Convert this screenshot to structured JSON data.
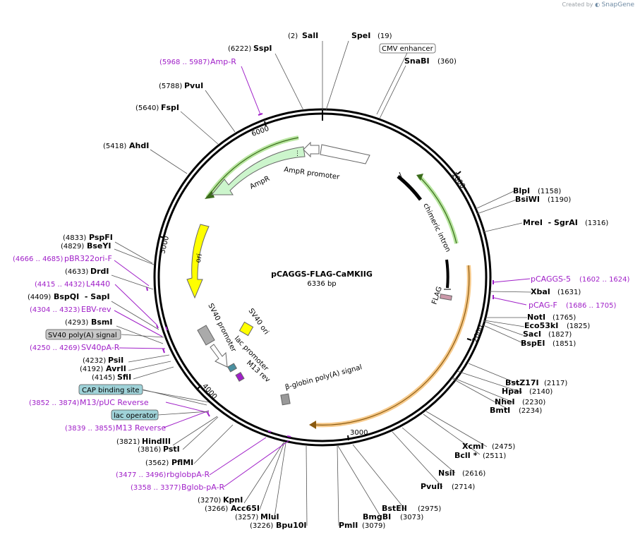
{
  "credit": {
    "prefix": "Created by",
    "brand": "SnapGene"
  },
  "plasmid": {
    "name": "pCAGGS-FLAG-CaMKIIG",
    "length_text": "6336 bp",
    "length": 6336
  },
  "ticks": [
    "1000",
    "2000",
    "3000",
    "4000",
    "5000",
    "6000"
  ],
  "features": [
    {
      "label": "AmpR promoter",
      "color": "#ffffff",
      "stroke": "#666666"
    },
    {
      "label": "AmpR",
      "color": "#ccf5cc",
      "stroke": "#666666"
    },
    {
      "label": "ori",
      "color": "#ffff00",
      "stroke": "#666666"
    },
    {
      "label": "SV40 ori",
      "color": "#ffff00",
      "stroke": "#666666"
    },
    {
      "label": "SV40 promoter",
      "color": "#ffffff",
      "stroke": "#666666"
    },
    {
      "label": "lac promoter",
      "color": "#ffffff",
      "stroke": "#666666"
    },
    {
      "label": "M13 rev",
      "color": "#a020c8",
      "stroke": "#666666"
    },
    {
      "label": "β-globin poly(A) signal",
      "color": "#999999",
      "stroke": "#666666"
    },
    {
      "label": "chimeric intron",
      "color": "#000000",
      "stroke": "#000000"
    },
    {
      "label": "FLAG",
      "color": "#cc99aa",
      "stroke": "#666666"
    }
  ],
  "boxed_labels": [
    {
      "text": "CMV enhancer",
      "fill": "#ffffff"
    },
    {
      "text": "SV40 poly(A) signal",
      "fill": "#c8c8c8"
    },
    {
      "text": "CAP binding site",
      "fill": "#9fd2d8"
    },
    {
      "text": "lac operator",
      "fill": "#9fd2d8"
    }
  ],
  "enzymes": [
    {
      "name": "SalI",
      "pos": "(2)"
    },
    {
      "name": "SpeI",
      "pos": "(19)"
    },
    {
      "name": "SnaBI",
      "pos": "(360)"
    },
    {
      "name": "SspI",
      "pos": "(6222)"
    },
    {
      "name": "PvuI",
      "pos": "(5788)"
    },
    {
      "name": "FspI",
      "pos": "(5640)"
    },
    {
      "name": "AhdI",
      "pos": "(5418)"
    },
    {
      "name": "PspFI",
      "pos": "(4833)"
    },
    {
      "name": "BseYI",
      "pos": "(4829)"
    },
    {
      "name": "DrdI",
      "pos": "(4633)"
    },
    {
      "name": "BspQI  - SapI",
      "pos": "(4409)"
    },
    {
      "name": "BsmI",
      "pos": "(4293)"
    },
    {
      "name": "PsiI",
      "pos": "(4232)"
    },
    {
      "name": "AvrII",
      "pos": "(4192)"
    },
    {
      "name": "SfiI",
      "pos": "(4145)"
    },
    {
      "name": "HindIII",
      "pos": "(3821)"
    },
    {
      "name": "PstI",
      "pos": "(3816)"
    },
    {
      "name": "PflMI",
      "pos": "(3562)"
    },
    {
      "name": "KpnI",
      "pos": "(3270)"
    },
    {
      "name": "Acc65I",
      "pos": "(3266)"
    },
    {
      "name": "MluI",
      "pos": "(3257)"
    },
    {
      "name": "Bpu10I",
      "pos": "(3226)"
    },
    {
      "name": "PmlI",
      "pos": "(3079)"
    },
    {
      "name": "BmgBI",
      "pos": "(3073)"
    },
    {
      "name": "BstEII",
      "pos": "(2975)"
    },
    {
      "name": "PvuII",
      "pos": "(2714)"
    },
    {
      "name": "NsiI",
      "pos": "(2616)"
    },
    {
      "name": "BclI *",
      "pos": "(2511)"
    },
    {
      "name": "XcmI",
      "pos": "(2475)"
    },
    {
      "name": "BmtI",
      "pos": "(2234)"
    },
    {
      "name": "NheI",
      "pos": "(2230)"
    },
    {
      "name": "HpaI",
      "pos": "(2140)"
    },
    {
      "name": "BstZ17I",
      "pos": "(2117)"
    },
    {
      "name": "BspEI",
      "pos": "(1851)"
    },
    {
      "name": "SacI",
      "pos": "(1827)"
    },
    {
      "name": "Eco53kI",
      "pos": "(1825)"
    },
    {
      "name": "NotI",
      "pos": "(1765)"
    },
    {
      "name": "XbaI",
      "pos": "(1631)"
    },
    {
      "name": "MreI  - SgrAI",
      "pos": "(1316)"
    },
    {
      "name": "BsiWI",
      "pos": "(1190)"
    },
    {
      "name": "BlpI",
      "pos": "(1158)"
    }
  ],
  "primers": [
    {
      "name": "Amp-R",
      "range": "(5968 .. 5987)"
    },
    {
      "name": "pBR322ori-F",
      "range": "(4666 .. 4685)"
    },
    {
      "name": "L4440",
      "range": "(4415 .. 4432)"
    },
    {
      "name": "EBV-rev",
      "range": "(4304 .. 4323)"
    },
    {
      "name": "SV40pA-R",
      "range": "(4250 .. 4269)"
    },
    {
      "name": "M13/pUC Reverse",
      "range": "(3852 .. 3874)"
    },
    {
      "name": "M13 Reverse",
      "range": "(3839 .. 3855)"
    },
    {
      "name": "rbglobpA-R",
      "range": "(3477 .. 3496)"
    },
    {
      "name": "Bglob-pA-R",
      "range": "(3358 .. 3377)"
    },
    {
      "name": "pCAGGS-5",
      "range": "(1602 .. 1624)"
    },
    {
      "name": "pCAG-F",
      "range": "(1686 .. 1705)"
    }
  ]
}
